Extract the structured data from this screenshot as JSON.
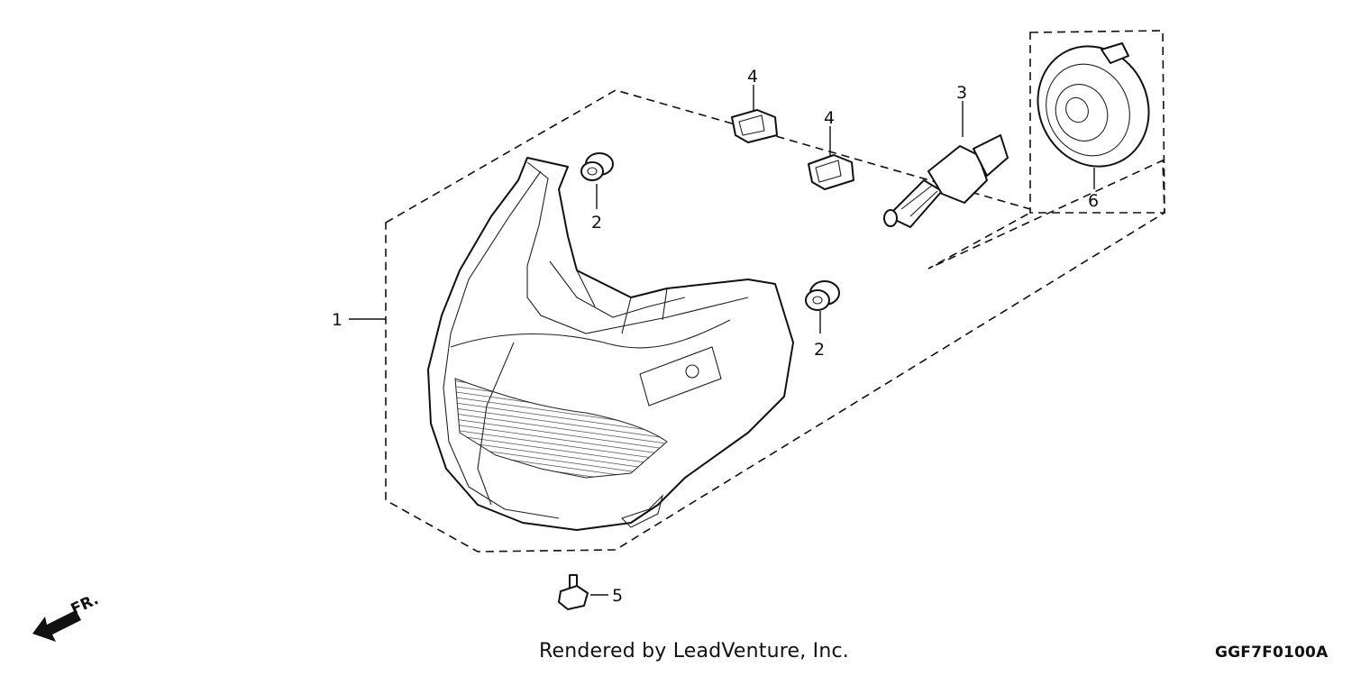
{
  "callouts": {
    "p1": "1",
    "p2a": "2",
    "p2b": "2",
    "p3": "3",
    "p4a": "4",
    "p4b": "4",
    "p5": "5",
    "p6": "6"
  },
  "direction_arrow": {
    "label": "FR."
  },
  "footer": {
    "credit": "Rendered by LeadVenture, Inc.",
    "diagram_code": "GGF7F0100A"
  }
}
